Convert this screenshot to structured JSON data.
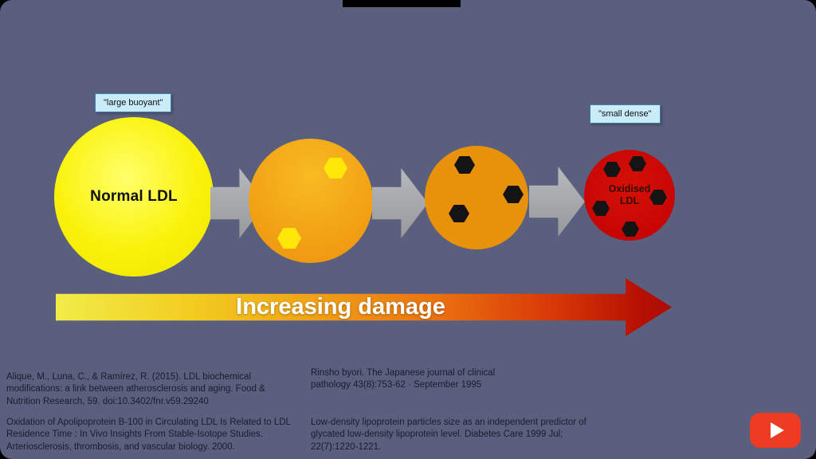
{
  "colors": {
    "slide_background": "#5a5f7d",
    "letterbox": "#000000",
    "callout_bg": "#c9edf8",
    "callout_border": "#3f7fb5",
    "normal_ldl_yellow": "#f8f000",
    "stage2_orange": "#f2a51d",
    "stage3_orange": "#e8920c",
    "oxidised_red": "#c50504",
    "particle_yellow": "#ffe70a",
    "particle_black": "#141414",
    "step_arrow_gray": "#a3a5a9",
    "damage_gradient_start": "#f1ec49",
    "damage_gradient_end": "#ad0a02",
    "citation_text": "#1b1b30",
    "youtube_red": "#ee3b24"
  },
  "diagram": {
    "callouts": {
      "large_buoyant": "\"large buoyant\"",
      "small_dense": "\"small dense\""
    },
    "stages": [
      {
        "label": "Normal LDL"
      },
      {
        "label": ""
      },
      {
        "label": ""
      },
      {
        "label": "Oxidised LDL"
      }
    ],
    "damage_arrow_label": "Increasing damage"
  },
  "citations": {
    "left_top": "Alique, M., Luna, C., & Ramírez, R. (2015). LDL biochemical modifications: a link between atherosclerosis and aging. Food & Nutrition Research, 59. doi:10.3402/fnr.v59.29240",
    "left_bottom": "Oxidation of Apolipoprotein B-100 in Circulating LDL Is Related to LDL Residence Time : In Vivo Insights From Stable-Isotope Studies. Arteriosclerosis, thrombosis, and vascular biology. 2000.",
    "mid_top": "Rinsho byori. The Japanese journal of clinical pathology 43(8):753-62 · September 1995",
    "mid_bottom": "Low-density lipoprotein particles size as an independent predictor of glycated low-density lipoprotein level.  Diabetes Care 1999 Jul; 22(7):1220-1221."
  }
}
